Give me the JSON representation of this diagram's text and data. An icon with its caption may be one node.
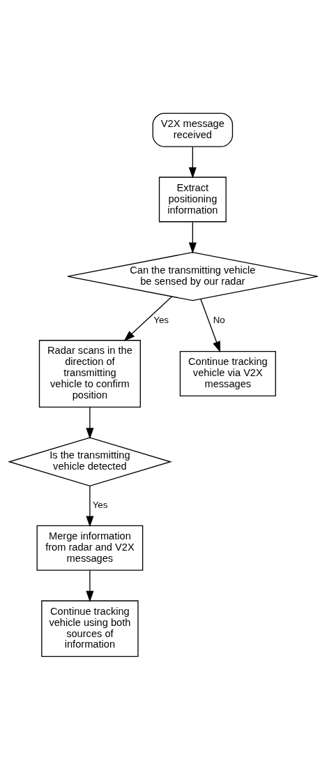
{
  "diagram": {
    "nodes": [
      {
        "text": [
          "V2X message received"
        ]
      },
      {
        "text": [
          "Extract positioning information"
        ]
      },
      {
        "text": [
          "Can the transmitting vehicle be sensed by our radar"
        ]
      },
      {
        "text": [
          "Radar scans in the direction of transmitting vehicle to confirm position"
        ]
      },
      {
        "text": [
          "Continue tracking vehicle via V2X messages"
        ]
      },
      {
        "text": [
          "Is the transmitting vehicle detected"
        ]
      },
      {
        "text": [
          "Merge information from radar and V2X messages"
        ]
      },
      {
        "text": [
          "Continue tracking vehicle using both sources of information"
        ]
      }
    ],
    "edges": [
      {
        "from": 0,
        "to": 1,
        "arrow": "to"
      },
      {
        "from": 1,
        "to": 2,
        "arrow": "to"
      },
      {
        "from": 2,
        "to": 3,
        "arrow": "to",
        "label": "Yes"
      },
      {
        "from": 2,
        "to": 4,
        "arrow": "to",
        "label": "No"
      },
      {
        "from": 3,
        "to": 5,
        "arrow": "to"
      },
      {
        "from": 5,
        "to": 6,
        "arrow": "to",
        "label": "Yes"
      },
      {
        "from": 6,
        "to": 7,
        "arrow": "to"
      }
    ]
  }
}
